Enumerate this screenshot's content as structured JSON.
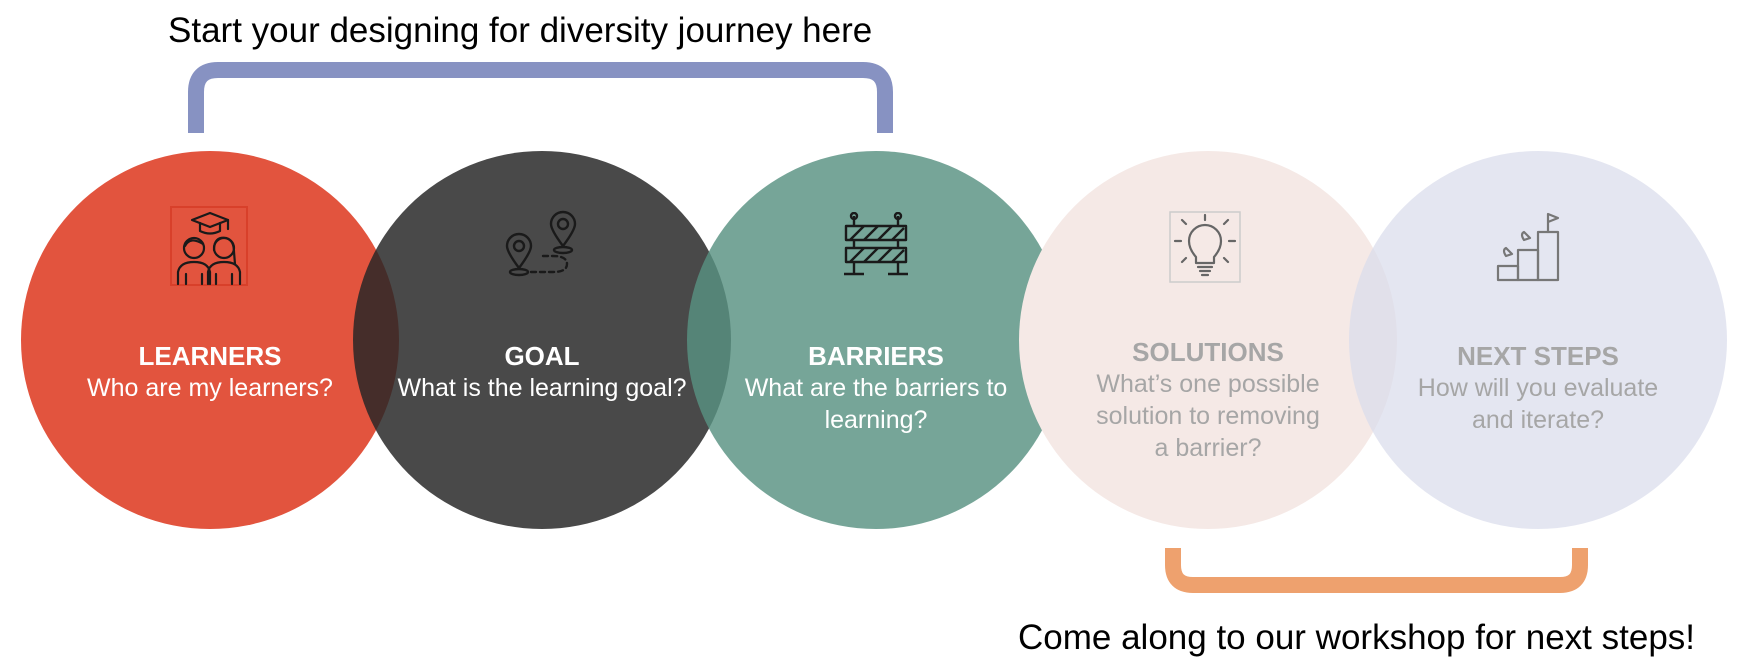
{
  "header": {
    "text": "Start your designing for diversity journey here"
  },
  "footer": {
    "text": "Come along to our workshop for next steps!"
  },
  "colors": {
    "top_bracket": "#8792c2",
    "bottom_bracket": "#eea16e",
    "learners": "#e2543e",
    "goal": "#3a3a3a",
    "barriers": "#66998b",
    "solutions": "#f5e9e6",
    "next_steps": "#e4e6f1"
  },
  "steps": [
    {
      "title": "LEARNERS",
      "subtitle": "Who are my learners?",
      "icon": "learners-icon"
    },
    {
      "title": "GOAL",
      "subtitle": "What is the learning goal?",
      "icon": "map-pins-icon"
    },
    {
      "title": "BARRIERS",
      "subtitle": "What are the barriers to learning?",
      "icon": "road-barrier-icon"
    },
    {
      "title": "SOLUTIONS",
      "subtitle": "What’s one possible solution to removing a barrier?",
      "icon": "lightbulb-icon"
    },
    {
      "title": "NEXT STEPS",
      "subtitle": "How will you evaluate and iterate?",
      "icon": "stairs-flag-icon"
    }
  ]
}
